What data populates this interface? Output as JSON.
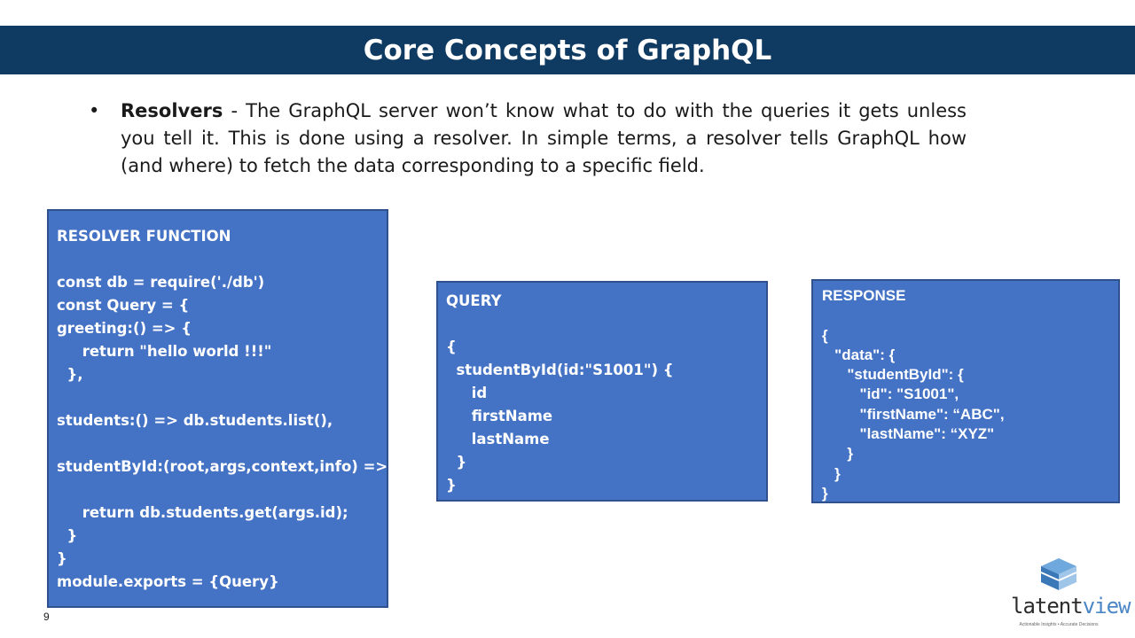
{
  "slide": {
    "title": "Core Concepts of GraphQL",
    "page_number": "9"
  },
  "bullet": {
    "marker": "•",
    "term": "Resolvers",
    "text": " - The GraphQL server won’t know what to do with the queries it gets unless you tell it. This is done using a resolver. In simple terms, a resolver tells GraphQL how (and where) to fetch the data corresponding to a specific field."
  },
  "resolver_box": {
    "heading": "RESOLVER FUNCTION",
    "code": "\nconst db = require('./db')\nconst Query = {\ngreeting:() => {\n     return \"hello world !!!\"\n  },\n\nstudents:() => db.students.list(),\n\nstudentById:(root,args,context,info) => {\n\n     return db.students.get(args.id);\n  }\n}\nmodule.exports = {Query}"
  },
  "query_box": {
    "heading": "QUERY",
    "code": "\n{\n  studentById(id:\"S1001\") {\n     id\n     firstName\n     lastName\n  }\n}"
  },
  "response_box": {
    "heading": "RESPONSE",
    "code": "\n{\n   \"data\": {\n      \"studentById\": {\n         \"id\": \"S1001\",\n         \"firstName\": “ABC\",\n         \"lastName\": “XYZ\"\n      }\n   }\n}"
  },
  "logo": {
    "word_dark": "latent",
    "word_accent": "view",
    "tagline": "Actionable Insights • Accurate Decisions",
    "accent_color": "#4b86c6"
  },
  "colors": {
    "title_bar": "#0f3b63",
    "box_fill": "#4472c4",
    "box_border": "#2f528f"
  }
}
